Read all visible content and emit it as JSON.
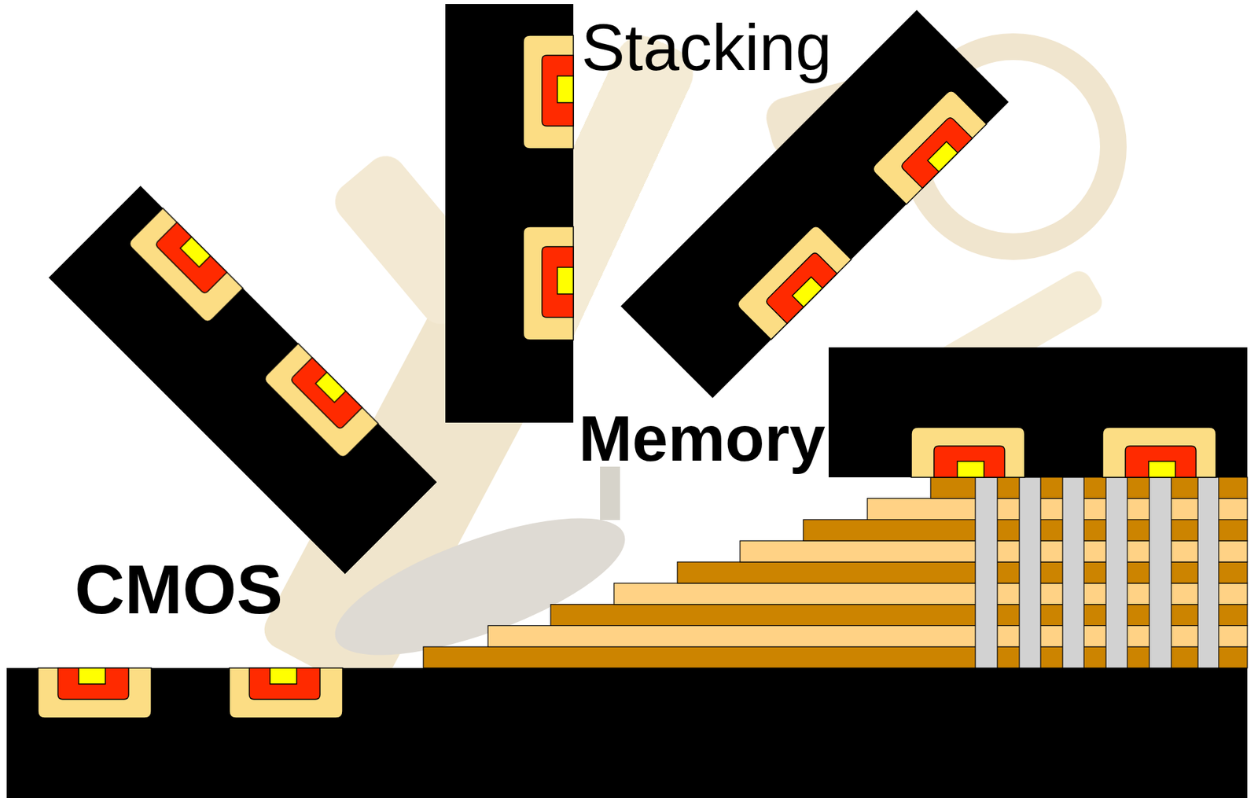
{
  "diagram": {
    "labels": [
      "Stacking",
      "Memory",
      "CMOS"
    ]
  }
}
